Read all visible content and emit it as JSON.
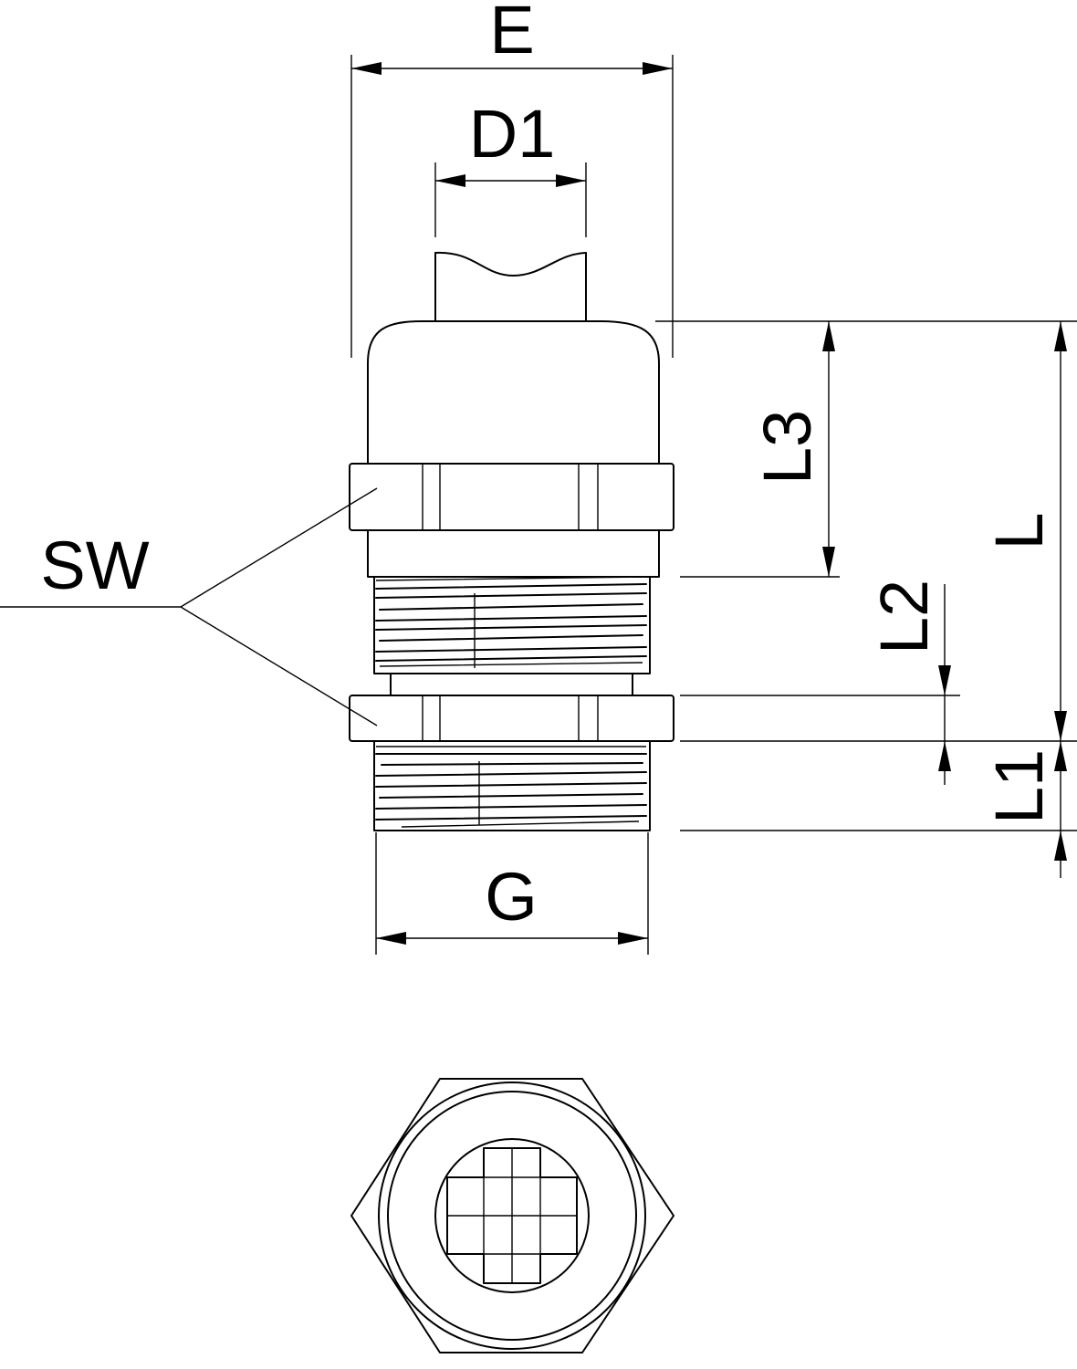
{
  "drawing": {
    "labels": {
      "E": "E",
      "D1": "D1",
      "SW": "SW",
      "L3": "L3",
      "L": "L",
      "L2": "L2",
      "L1": "L1",
      "G": "G"
    },
    "colors": {
      "line": "#000000",
      "background": "#ffffff"
    }
  }
}
